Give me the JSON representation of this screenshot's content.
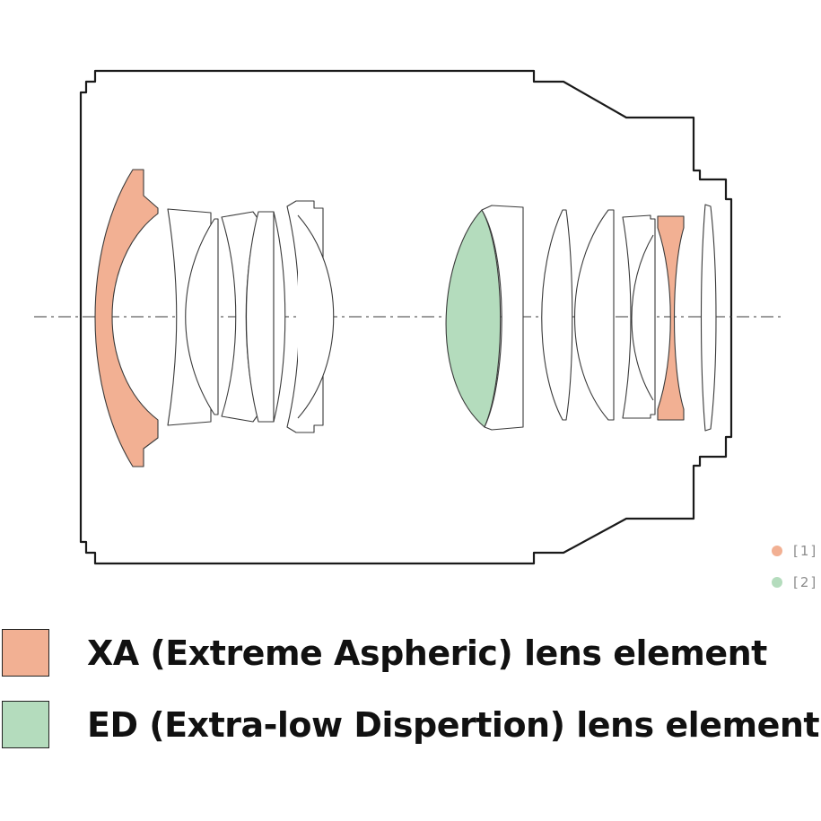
{
  "colors": {
    "xa": "#f2b093",
    "ed": "#b4dcbd"
  },
  "mini_legend": [
    {
      "marker": "[1]",
      "label": "[1]",
      "color": "#f2b093"
    },
    {
      "marker": "[2]",
      "label": "[2]",
      "color": "#b4dcbd"
    }
  ],
  "legend": [
    {
      "label": "XA (Extreme Aspheric) lens element",
      "color": "#f2b093"
    },
    {
      "label": "ED (Extra-low Dispertion) lens element",
      "color": "#b4dcbd"
    }
  ]
}
